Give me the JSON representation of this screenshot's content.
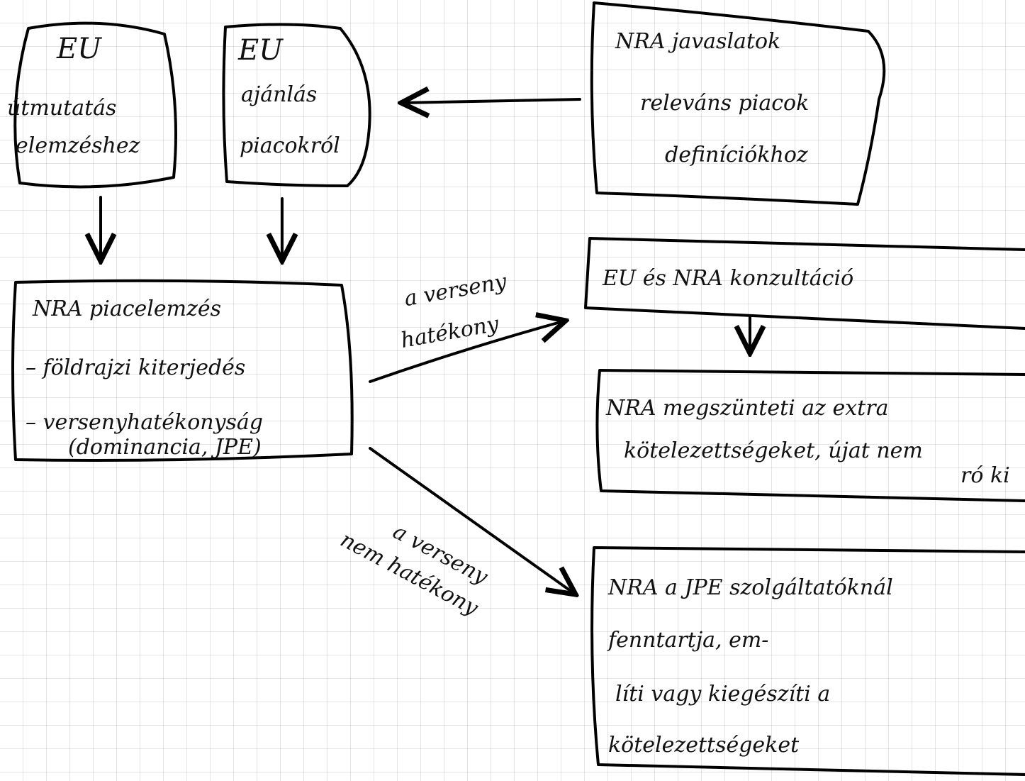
{
  "boxes": {
    "eu_review": {
      "lines": [
        "EU",
        "útmutatás",
        "elemzéshez"
      ]
    },
    "eu_recommendation": {
      "lines": [
        "EU",
        "ajánlás",
        "piacokról"
      ]
    },
    "nra_proposal": {
      "lines": [
        "NRA javaslatok",
        "releváns piacok",
        "definíciókhoz"
      ]
    },
    "nra_market_analysis": {
      "lines": [
        "NRA piacelemzés",
        "– földrajzi kiterjedés",
        "– versenyhatékonyság",
        "(dominancia, JPE)"
      ]
    },
    "consultation": {
      "lines": [
        "EU és NRA konzultáció"
      ]
    },
    "nra_removes": {
      "lines": [
        "NRA megszünteti az extra",
        "kötelezettségeket, újat nem",
        "ró ki"
      ]
    },
    "nra_maintains": {
      "lines": [
        "NRA a JPE szolgáltatóknál",
        "fenntartja, em-",
        "líti vagy kiegészíti a",
        "kötelezettségeket"
      ]
    }
  },
  "arrow_labels": {
    "effective": [
      "a verseny",
      "hatékony"
    ],
    "not_effective": [
      "a verseny",
      "nem hatékony"
    ]
  }
}
